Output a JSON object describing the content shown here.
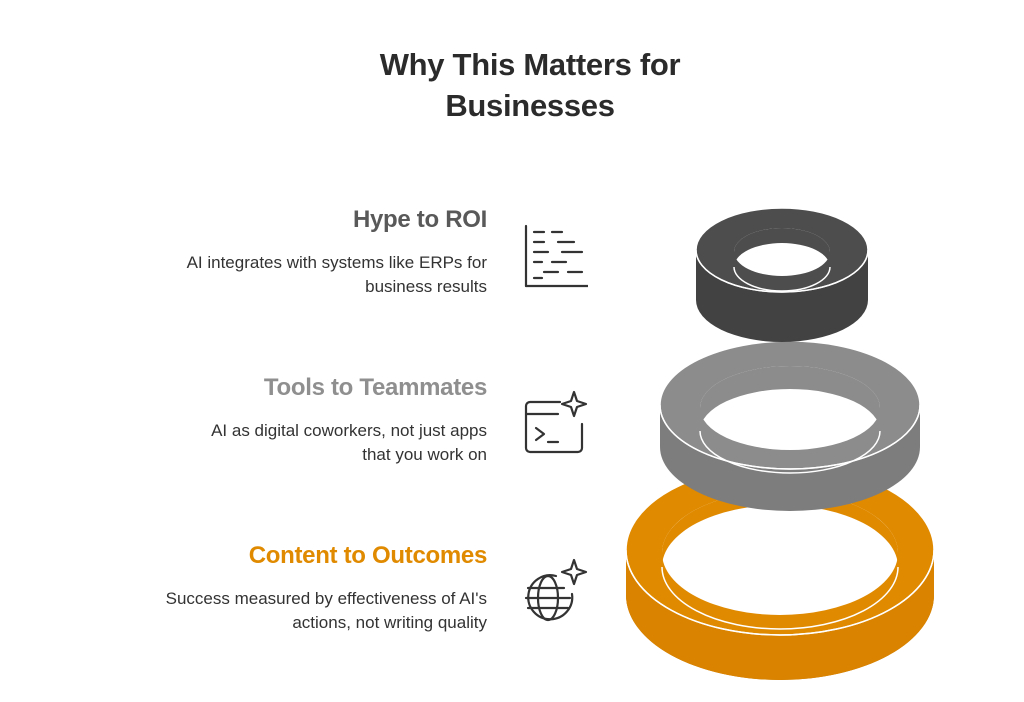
{
  "title": {
    "line1": "Why This Matters for",
    "line2": "Businesses"
  },
  "items": [
    {
      "heading": "Hype to ROI",
      "description_line1": "AI integrates with systems like ERPs for",
      "description_line2": "business results",
      "icon": "gantt-chart-icon",
      "color": "#595959"
    },
    {
      "heading": "Tools to Teammates",
      "description_line1": "AI as digital coworkers, not just apps",
      "description_line2": "that you work on",
      "icon": "terminal-sparkle-icon",
      "color": "#8f8f8f"
    },
    {
      "heading": "Content to Outcomes",
      "description_line1": "Success measured by effectiveness of AI's",
      "description_line2": "actions, not writing quality",
      "icon": "globe-sparkle-icon",
      "color": "#e08a00"
    }
  ],
  "rings": [
    {
      "level": "top",
      "color": "#4d4d4d",
      "side_color": "#3a3a3a"
    },
    {
      "level": "middle",
      "color": "#8c8c8c",
      "side_color": "#737373"
    },
    {
      "level": "bottom",
      "color": "#e08a00",
      "side_color": "#c27400"
    }
  ]
}
